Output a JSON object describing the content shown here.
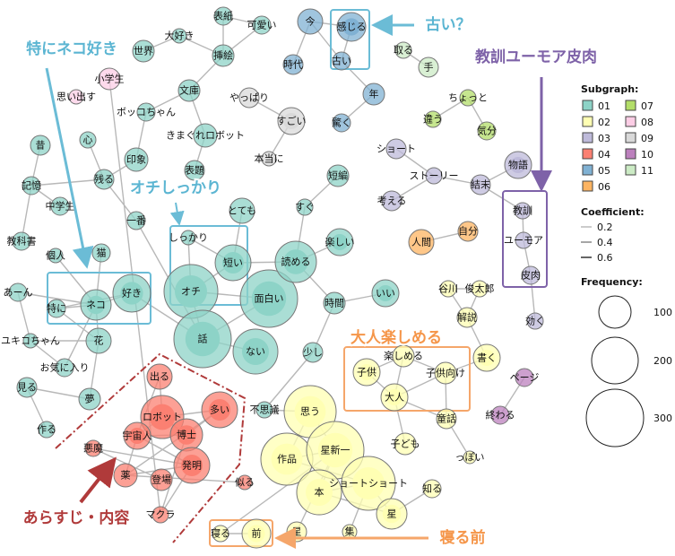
{
  "colors": {
    "01": "#8dd3c7",
    "02": "#ffffb3",
    "03": "#bebada",
    "04": "#fb8072",
    "05": "#80b1d3",
    "06": "#fdb462",
    "07": "#b3de69",
    "08": "#fccde5",
    "09": "#d9d9d9",
    "10": "#bc80bd",
    "11": "#ccebc5"
  },
  "nodes": [
    {
      "label": "表紙",
      "group": "01"
    },
    {
      "label": "可愛い",
      "group": "01"
    },
    {
      "label": "大好き",
      "group": "01"
    },
    {
      "label": "世界",
      "group": "01"
    },
    {
      "label": "挿絵",
      "group": "01"
    },
    {
      "label": "文庫",
      "group": "01"
    },
    {
      "label": "ボッコちゃん",
      "group": "01"
    },
    {
      "label": "きまぐれロボット",
      "group": "01"
    },
    {
      "label": "やっぱり",
      "group": "09"
    },
    {
      "label": "すごい",
      "group": "09"
    },
    {
      "label": "本当に",
      "group": "09"
    },
    {
      "label": "昔",
      "group": "01"
    },
    {
      "label": "心",
      "group": "01"
    },
    {
      "label": "印象",
      "group": "01"
    },
    {
      "label": "残る",
      "group": "01"
    },
    {
      "label": "記憶",
      "group": "01"
    },
    {
      "label": "中学生",
      "group": "01"
    },
    {
      "label": "表題",
      "group": "01"
    },
    {
      "label": "一番",
      "group": "01"
    },
    {
      "label": "教科書",
      "group": "01"
    },
    {
      "label": "個人",
      "group": "01"
    },
    {
      "label": "猫",
      "group": "01"
    },
    {
      "label": "とても",
      "group": "01"
    },
    {
      "label": "しっかり",
      "group": "01"
    },
    {
      "label": "短い",
      "group": "01"
    },
    {
      "label": "オチ",
      "group": "01"
    },
    {
      "label": "面白い",
      "group": "01"
    },
    {
      "label": "話",
      "group": "01"
    },
    {
      "label": "ない",
      "group": "01"
    },
    {
      "label": "あーん",
      "group": "01"
    },
    {
      "label": "特に",
      "group": "01"
    },
    {
      "label": "ネコ",
      "group": "01"
    },
    {
      "label": "好き",
      "group": "01"
    },
    {
      "label": "ユキコちゃん",
      "group": "01"
    },
    {
      "label": "花",
      "group": "01"
    },
    {
      "label": "お気に入り",
      "group": "01"
    },
    {
      "label": "見る",
      "group": "01"
    },
    {
      "label": "夢",
      "group": "01"
    },
    {
      "label": "作る",
      "group": "01"
    },
    {
      "label": "短編",
      "group": "01"
    },
    {
      "label": "すぐ",
      "group": "01"
    },
    {
      "label": "読める",
      "group": "01"
    },
    {
      "label": "楽しい",
      "group": "01"
    },
    {
      "label": "時間",
      "group": "01"
    },
    {
      "label": "いい",
      "group": "01"
    },
    {
      "label": "少し",
      "group": "01"
    },
    {
      "label": "不思議",
      "group": "01"
    },
    {
      "label": "今",
      "group": "05"
    },
    {
      "label": "感じる",
      "group": "05"
    },
    {
      "label": "時代",
      "group": "05"
    },
    {
      "label": "古い",
      "group": "05"
    },
    {
      "label": "年",
      "group": "05"
    },
    {
      "label": "驚く",
      "group": "05"
    },
    {
      "label": "取る",
      "group": "11"
    },
    {
      "label": "手",
      "group": "11"
    },
    {
      "label": "ちょっと",
      "group": "07"
    },
    {
      "label": "違う",
      "group": "07"
    },
    {
      "label": "気分",
      "group": "07"
    },
    {
      "label": "ショート",
      "group": "03"
    },
    {
      "label": "ストーリー",
      "group": "03"
    },
    {
      "label": "考える",
      "group": "03"
    },
    {
      "label": "結末",
      "group": "03"
    },
    {
      "label": "物語",
      "group": "03"
    },
    {
      "label": "教訓",
      "group": "03"
    },
    {
      "label": "ユーモア",
      "group": "03"
    },
    {
      "label": "皮肉",
      "group": "03"
    },
    {
      "label": "効く",
      "group": "03"
    },
    {
      "label": "人間",
      "group": "06"
    },
    {
      "label": "自分",
      "group": "06"
    },
    {
      "label": "ページ",
      "group": "10"
    },
    {
      "label": "終わる",
      "group": "10"
    },
    {
      "label": "谷川",
      "group": "02"
    },
    {
      "label": "俊太郎",
      "group": "02"
    },
    {
      "label": "解説",
      "group": "02"
    },
    {
      "label": "書く",
      "group": "02"
    },
    {
      "label": "楽しめる",
      "group": "02"
    },
    {
      "label": "子供",
      "group": "02"
    },
    {
      "label": "子供向け",
      "group": "02"
    },
    {
      "label": "大人",
      "group": "02"
    },
    {
      "label": "童話",
      "group": "02"
    },
    {
      "label": "子ども",
      "group": "02"
    },
    {
      "label": "っぽい",
      "group": "02"
    },
    {
      "label": "思う",
      "group": "02"
    },
    {
      "label": "作品",
      "group": "02"
    },
    {
      "label": "星新一",
      "group": "02"
    },
    {
      "label": "本",
      "group": "02"
    },
    {
      "label": "ショートショート",
      "group": "02"
    },
    {
      "label": "星",
      "group": "02"
    },
    {
      "label": "知る",
      "group": "02"
    },
    {
      "label": "星",
      "group": "02"
    },
    {
      "label": "集",
      "group": "02"
    },
    {
      "label": "前",
      "group": "02"
    },
    {
      "label": "寝る",
      "group": "02"
    },
    {
      "label": "出る",
      "group": "04"
    },
    {
      "label": "ロボット",
      "group": "04"
    },
    {
      "label": "多い",
      "group": "04"
    },
    {
      "label": "宇宙人",
      "group": "04"
    },
    {
      "label": "博士",
      "group": "04"
    },
    {
      "label": "悪魔",
      "group": "04"
    },
    {
      "label": "発明",
      "group": "04"
    },
    {
      "label": "薬",
      "group": "04"
    },
    {
      "label": "登場",
      "group": "04"
    },
    {
      "label": "マクラ",
      "group": "04"
    },
    {
      "label": "似る",
      "group": "04"
    },
    {
      "label": "小学生",
      "group": "08"
    },
    {
      "label": "思い出す",
      "group": "08"
    }
  ],
  "edges": [
    [
      0,
      1
    ],
    [
      0,
      4
    ],
    [
      1,
      4
    ],
    [
      2,
      3
    ],
    [
      2,
      4
    ],
    [
      4,
      5
    ],
    [
      5,
      6
    ],
    [
      5,
      7
    ],
    [
      7,
      17
    ],
    [
      6,
      13
    ],
    [
      13,
      14
    ],
    [
      12,
      14
    ],
    [
      14,
      15
    ],
    [
      11,
      15
    ],
    [
      15,
      16
    ],
    [
      15,
      19
    ],
    [
      14,
      18
    ],
    [
      18,
      27
    ],
    [
      8,
      9
    ],
    [
      9,
      10
    ],
    [
      20,
      31
    ],
    [
      21,
      31
    ],
    [
      29,
      31
    ],
    [
      30,
      31
    ],
    [
      30,
      32
    ],
    [
      31,
      32
    ],
    [
      31,
      34
    ],
    [
      30,
      34
    ],
    [
      33,
      34
    ],
    [
      29,
      33
    ],
    [
      33,
      35
    ],
    [
      35,
      31
    ],
    [
      34,
      37
    ],
    [
      36,
      37
    ],
    [
      36,
      38
    ],
    [
      32,
      27
    ],
    [
      22,
      24
    ],
    [
      23,
      24
    ],
    [
      23,
      25
    ],
    [
      24,
      25
    ],
    [
      25,
      26
    ],
    [
      25,
      27
    ],
    [
      26,
      27
    ],
    [
      27,
      28
    ],
    [
      24,
      41
    ],
    [
      41,
      42
    ],
    [
      41,
      40
    ],
    [
      40,
      39
    ],
    [
      41,
      43
    ],
    [
      43,
      44
    ],
    [
      43,
      45
    ],
    [
      45,
      46
    ],
    [
      47,
      48
    ],
    [
      47,
      49
    ],
    [
      48,
      50
    ],
    [
      47,
      50
    ],
    [
      50,
      51
    ],
    [
      51,
      52
    ],
    [
      53,
      54
    ],
    [
      55,
      56
    ],
    [
      55,
      57
    ],
    [
      58,
      59
    ],
    [
      59,
      60
    ],
    [
      59,
      61
    ],
    [
      61,
      62
    ],
    [
      61,
      63
    ],
    [
      63,
      64
    ],
    [
      64,
      65
    ],
    [
      65,
      66
    ],
    [
      67,
      68
    ],
    [
      69,
      70
    ],
    [
      71,
      72
    ],
    [
      71,
      73
    ],
    [
      72,
      73
    ],
    [
      73,
      74
    ],
    [
      74,
      77
    ],
    [
      75,
      76
    ],
    [
      75,
      78
    ],
    [
      75,
      77
    ],
    [
      76,
      78
    ],
    [
      77,
      78
    ],
    [
      77,
      79
    ],
    [
      78,
      80
    ],
    [
      78,
      79
    ],
    [
      79,
      81
    ],
    [
      82,
      83
    ],
    [
      82,
      84
    ],
    [
      82,
      46
    ],
    [
      83,
      84
    ],
    [
      83,
      86
    ],
    [
      84,
      85
    ],
    [
      85,
      86
    ],
    [
      85,
      87
    ],
    [
      86,
      87
    ],
    [
      87,
      88
    ],
    [
      84,
      89
    ],
    [
      86,
      90
    ],
    [
      92,
      91
    ],
    [
      92,
      84
    ],
    [
      93,
      94
    ],
    [
      93,
      96
    ],
    [
      94,
      95
    ],
    [
      94,
      97
    ],
    [
      94,
      96
    ],
    [
      95,
      97
    ],
    [
      96,
      97
    ],
    [
      96,
      99
    ],
    [
      95,
      100
    ],
    [
      96,
      99
    ],
    [
      98,
      99
    ],
    [
      98,
      101
    ],
    [
      99,
      100
    ],
    [
      100,
      103
    ],
    [
      96,
      100
    ],
    [
      99,
      102
    ],
    [
      97,
      102
    ],
    [
      102,
      104
    ],
    [
      105,
      106
    ]
  ],
  "annotations": {
    "neko": "特にネコ好き",
    "ochi": "オチしっかり",
    "furui": "古い？",
    "kyokun": "教訓ユーモア皮肉",
    "otona": "大人楽しめる",
    "arasuji": "あらすじ・内容",
    "neru": "寝る前"
  },
  "legend": {
    "subgraph_title": "Subgraph:",
    "subgraphs": [
      "01",
      "02",
      "03",
      "04",
      "05",
      "06",
      "07",
      "08",
      "09",
      "10",
      "11"
    ],
    "coef_title": "Coefficient:",
    "coefs": [
      "0.2",
      "0.4",
      "0.6"
    ],
    "freq_title": "Frequency:",
    "freqs": [
      "100",
      "200",
      "300"
    ]
  }
}
